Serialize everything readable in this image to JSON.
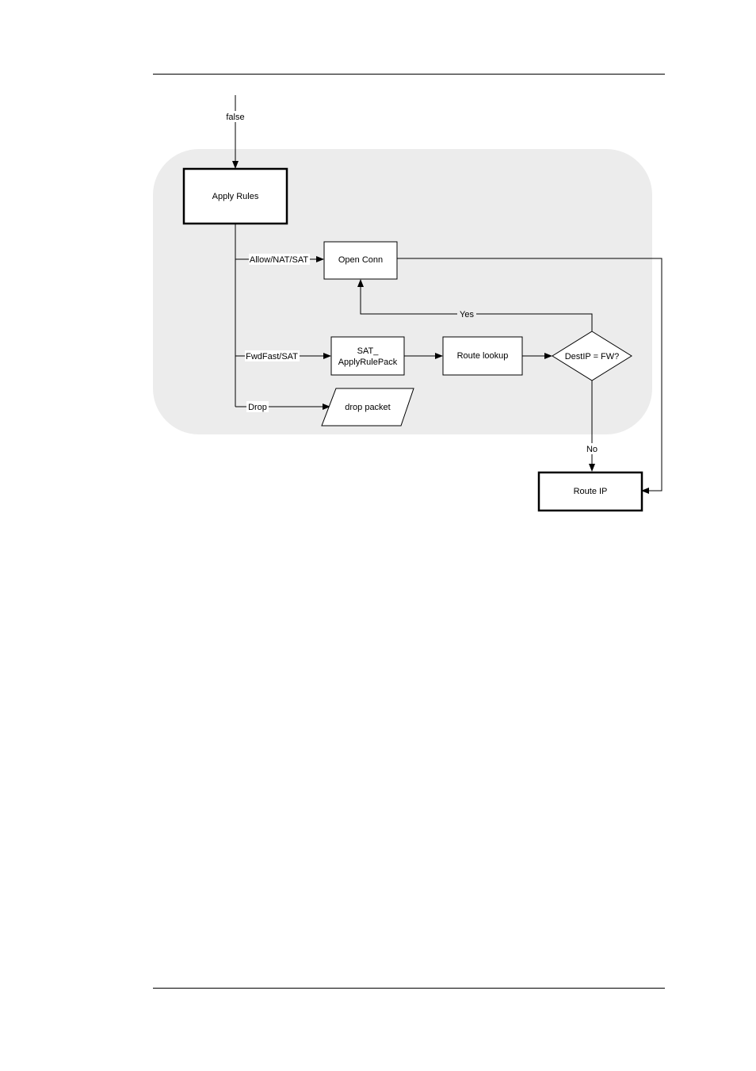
{
  "diagram": {
    "nodes": {
      "apply_rules": "Apply Rules",
      "open_conn": "Open Conn",
      "sat_apply_line1": "SAT_",
      "sat_apply_line2": "ApplyRulePack",
      "route_lookup": "Route lookup",
      "decision": "DestIP = FW?",
      "drop_packet": "drop packet",
      "route_ip": "Route IP"
    },
    "edges": {
      "entry": "false",
      "allow": "Allow/NAT/SAT",
      "fwdfast": "FwdFast/SAT",
      "drop": "Drop",
      "yes": "Yes",
      "no": "No"
    }
  }
}
